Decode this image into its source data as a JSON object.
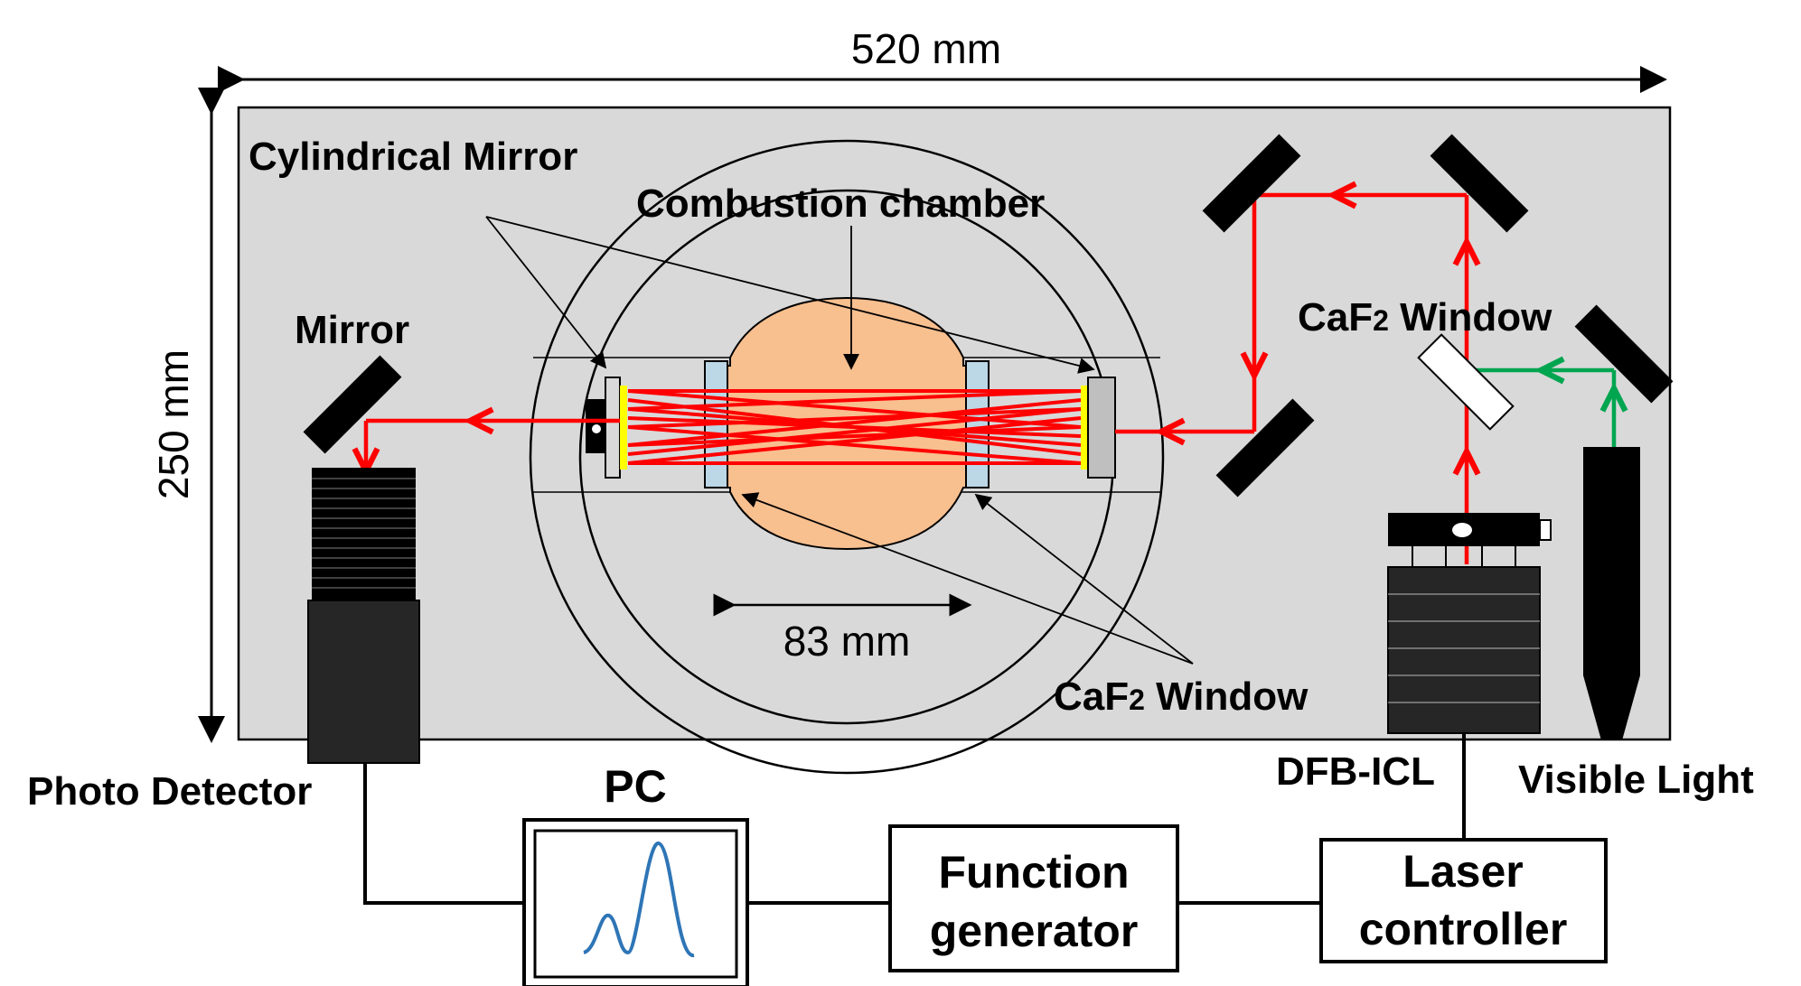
{
  "dimensions": {
    "width_label": "520 mm",
    "height_label": "250 mm",
    "chamber_label": "83 mm"
  },
  "labels": {
    "cylindrical_mirror": "Cylindrical Mirror",
    "combustion_chamber": "Combustion chamber",
    "mirror": "Mirror",
    "caf2_window_top": "CaF",
    "caf2_window_top_suffix": " Window",
    "caf2_window_bottom": "CaF",
    "caf2_window_bottom_suffix": " Window",
    "subscript_2": "2",
    "photo_detector": "Photo Detector",
    "dfb_icl": "DFB-ICL",
    "visible_light": "Visible Light",
    "pc": "PC"
  },
  "boxes": {
    "function_generator_line1": "Function",
    "function_generator_line2": "generator",
    "laser_controller_line1": "Laser",
    "laser_controller_line2": "controller"
  },
  "colors": {
    "laser_beam": "#ff0000",
    "visible_beam": "#00a550",
    "table": "#d9d9d9",
    "chamber": "#f8bf8f",
    "window": "#bcd7e6",
    "mirror_coating": "#ffff00",
    "signal_trace": "#2e75b6"
  }
}
